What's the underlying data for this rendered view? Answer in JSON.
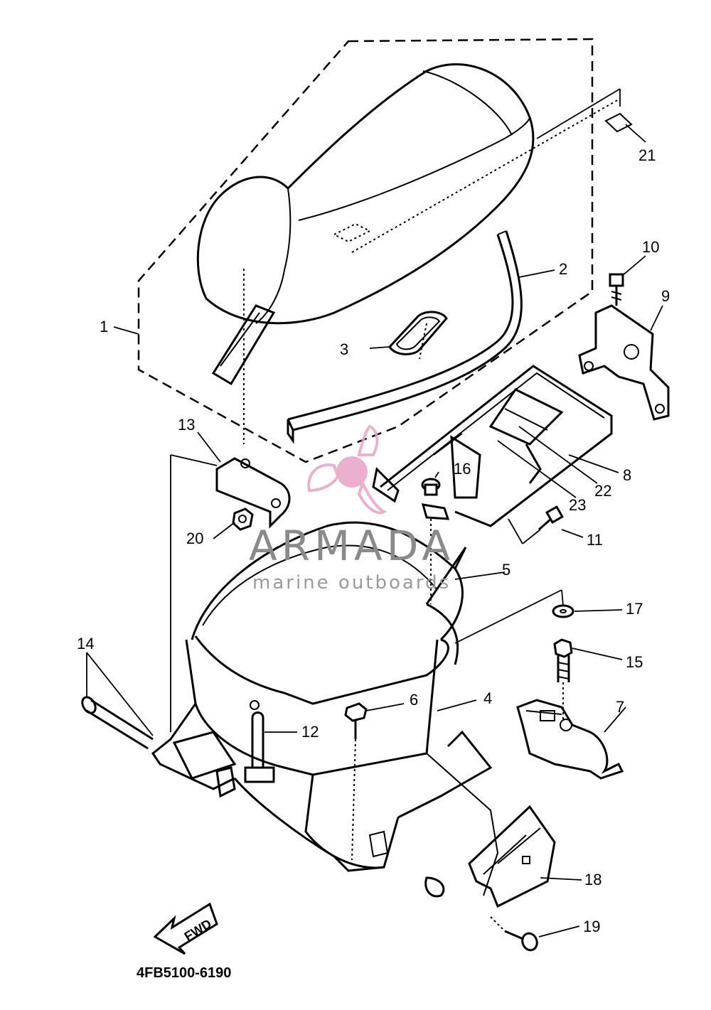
{
  "diagram": {
    "drawing_code": "4FB5100-6190",
    "fwd_label": "FWD",
    "watermark": {
      "title": "ARMADA",
      "subtitle": "marine outboards",
      "color": "#e8a3c4"
    },
    "part_numbers": [
      "1",
      "2",
      "3",
      "4",
      "5",
      "6",
      "7",
      "8",
      "9",
      "10",
      "11",
      "12",
      "13",
      "14",
      "15",
      "16",
      "17",
      "18",
      "19",
      "20",
      "21",
      "22",
      "23"
    ]
  }
}
